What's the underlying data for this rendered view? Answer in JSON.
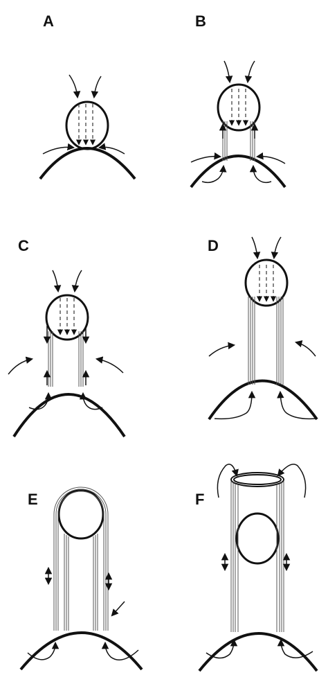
{
  "figure": {
    "panels": [
      {
        "id": "a",
        "label": "A"
      },
      {
        "id": "b",
        "label": "B"
      },
      {
        "id": "c",
        "label": "C"
      },
      {
        "id": "d",
        "label": "D"
      },
      {
        "id": "e",
        "label": "E"
      },
      {
        "id": "f",
        "label": "F"
      }
    ]
  },
  "colors": {
    "ink": "#111111",
    "field_line": "#444444",
    "background": "#ffffff"
  },
  "icons": {
    "flow_arrow": "arrow-icon",
    "double_arrow": "double-headed-arrow-icon"
  }
}
